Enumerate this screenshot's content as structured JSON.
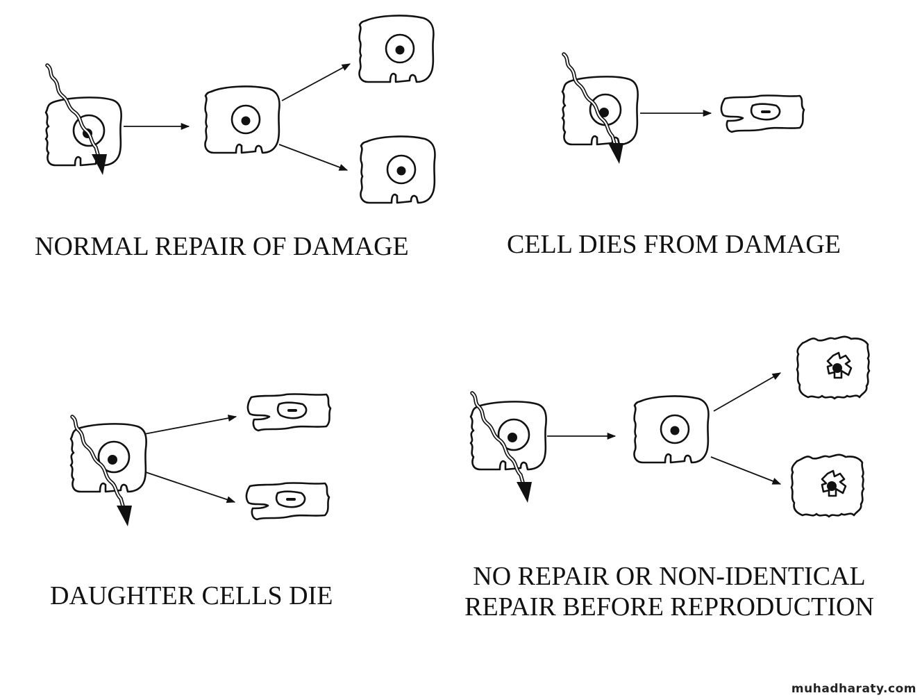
{
  "panels": {
    "normal_repair": {
      "title": "NORMAL REPAIR OF DAMAGE"
    },
    "cell_dies": {
      "title": "CELL DIES FROM DAMAGE"
    },
    "daughter_cells_die": {
      "title": "DAUGHTER CELLS DIE"
    },
    "no_repair": {
      "title_line1": "NO REPAIR OR NON-IDENTICAL",
      "title_line2": "REPAIR BEFORE REPRODUCTION"
    }
  },
  "icons": {
    "damaged_cell": "damaged-cell-icon",
    "healthy_cell": "healthy-cell-icon",
    "dead_cell": "dead-cell-icon",
    "mutated_cell": "mutated-cell-icon",
    "radiation_track": "radiation-track-icon",
    "arrow": "arrow-icon"
  },
  "watermark": "muhadharaty.com"
}
